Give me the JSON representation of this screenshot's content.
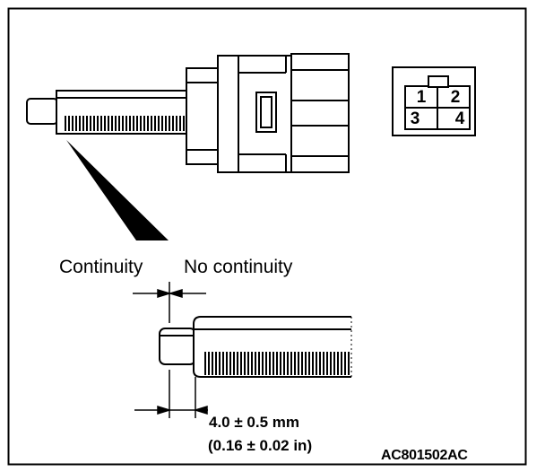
{
  "labels": {
    "continuity": "Continuity",
    "no_continuity": "No continuity",
    "gap_metric": "4.0 ± 0.5 mm",
    "gap_imperial": "(0.16 ± 0.02 in)",
    "figure_code": "AC801502AC"
  },
  "connector": {
    "pins": [
      "1",
      "2",
      "3",
      "4"
    ]
  },
  "colors": {
    "line": "#000000",
    "background": "#ffffff"
  }
}
